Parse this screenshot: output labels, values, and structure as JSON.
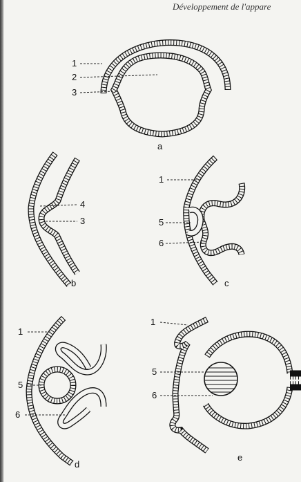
{
  "header": {
    "text": "Développement de l'appare"
  },
  "panels": [
    {
      "id": "a",
      "letter": "a",
      "markers": [
        "1",
        "2",
        "3"
      ]
    },
    {
      "id": "b",
      "letter": "b",
      "markers": [
        "4",
        "3"
      ]
    },
    {
      "id": "c",
      "letter": "c",
      "markers": [
        "1",
        "5",
        "6"
      ]
    },
    {
      "id": "d",
      "letter": "d",
      "markers": [
        "1",
        "5",
        "6"
      ]
    },
    {
      "id": "e",
      "letter": "e",
      "markers": [
        "1",
        "5",
        "6"
      ]
    }
  ],
  "colors": {
    "ink": "#111111",
    "paper": "#f4f4f1"
  }
}
